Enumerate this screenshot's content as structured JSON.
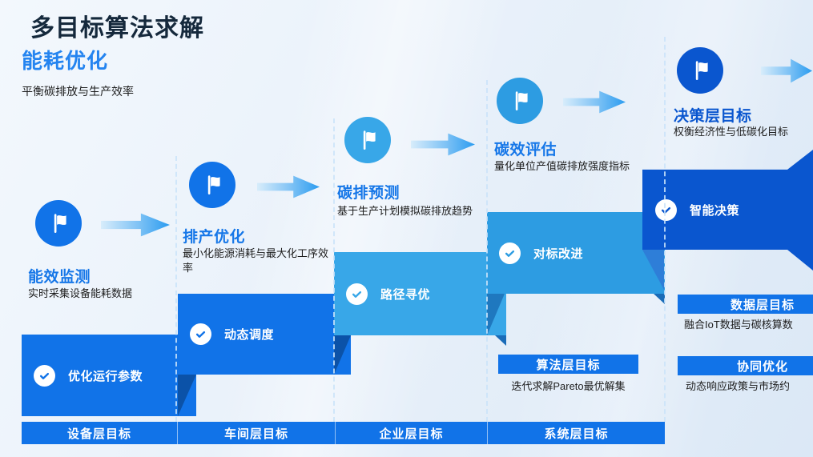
{
  "header": {
    "title": "多目标算法求解",
    "subtitle": "能耗优化",
    "tagline": "平衡碳排放与生产效率"
  },
  "columns": [
    {
      "title": "能效监测",
      "desc": "实时采集设备能耗数据",
      "check": "优化运行参数",
      "layer": "设备层目标"
    },
    {
      "title": "排产优化",
      "desc": "最小化能源消耗与最大化工序效率",
      "check": "动态调度",
      "layer": "车间层目标"
    },
    {
      "title": "碳排预测",
      "desc": "基于生产计划模拟碳排放趋势",
      "check": "路径寻优",
      "layer": "企业层目标"
    },
    {
      "title": "碳效评估",
      "desc": "量化单位产值碳排放强度指标",
      "check": "对标改进",
      "layer": "系统层目标"
    },
    {
      "title": "决策层目标",
      "desc": "权衡经济性与低碳化目标",
      "check": "智能决策"
    }
  ],
  "side_goals": {
    "algorithm": {
      "label": "算法层目标",
      "desc": "迭代求解Pareto最优解集"
    },
    "data": {
      "label": "数据层目标",
      "desc": "融合IoT数据与碳核算数"
    },
    "collab": {
      "label": "协同优化",
      "desc": "动态响应政策与市场约"
    }
  },
  "colors": {
    "primary": "#1173e8",
    "sky": "#38a7e8",
    "sky2": "#2d9ce2",
    "deep": "#0a56cf",
    "accent": "#1677e8",
    "subtitle_blue": "#2484f0",
    "title_dark": "#15293c",
    "ink": "#1d1d1d",
    "fold_dark": "#0b52a8",
    "fold_mid": "#1f78bf",
    "fold_light": "#2e7ed8",
    "wedge": "#1a6cb8"
  }
}
